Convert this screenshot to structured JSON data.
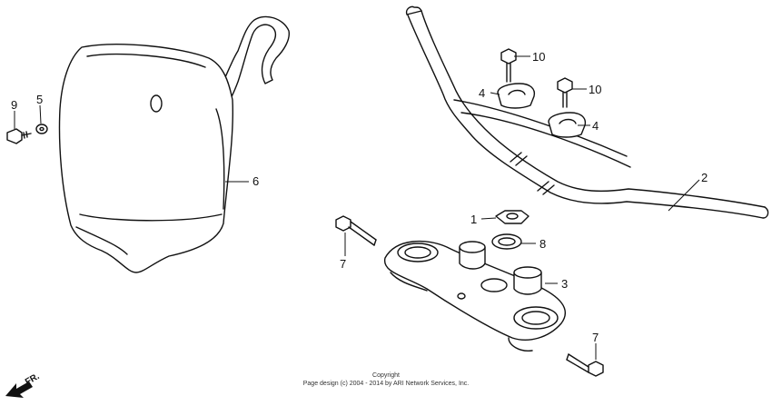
{
  "callouts": {
    "nut": "1",
    "handlebar": "2",
    "top_bridge": "3",
    "holder_left": "4",
    "holder_right": "4",
    "washer": "5",
    "number_plate": "6",
    "bolt_left": "7",
    "bolt_right": "7",
    "washer_ring": "8",
    "screw": "9",
    "bolt_top_left": "10",
    "bolt_top_right": "10"
  },
  "direction_label": "FR.",
  "copyright": {
    "line1": "Copyright",
    "line2": "Page design (c) 2004 - 2014 by ARI Network Services, Inc."
  }
}
